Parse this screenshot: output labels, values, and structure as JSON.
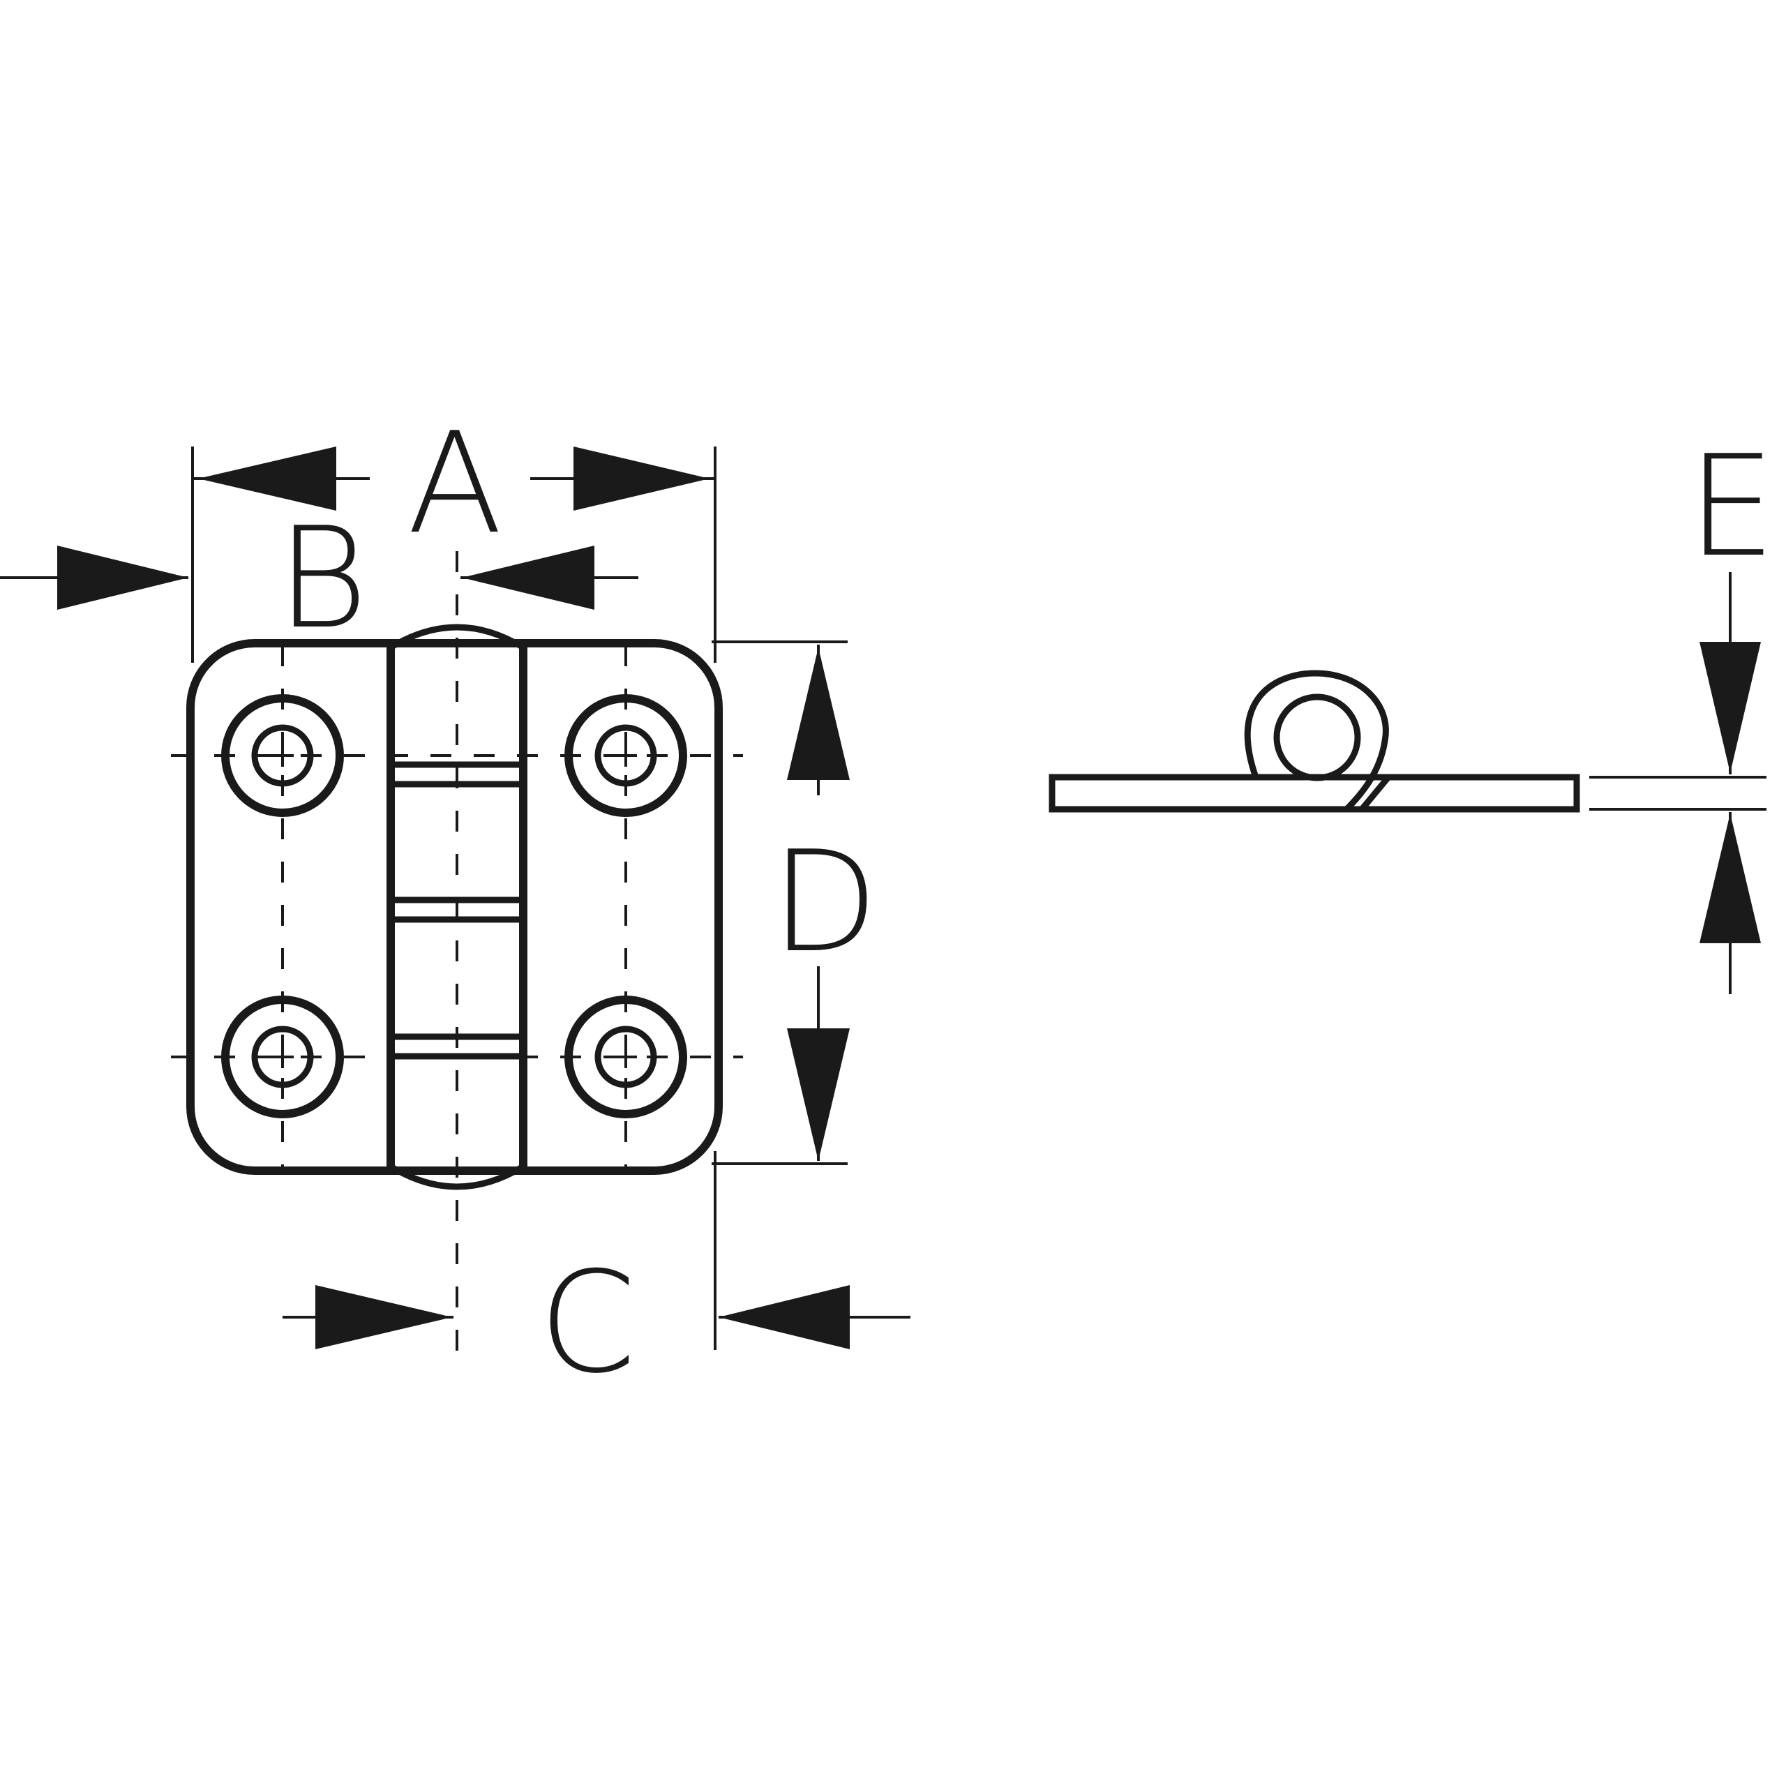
{
  "diagram": {
    "subject": "hinge",
    "colors": {
      "ink": "#1a1a1a",
      "background": "#ffffff"
    },
    "dimension_labels": {
      "a": "A",
      "b": "B",
      "c": "C",
      "d": "D",
      "e": "E"
    }
  }
}
